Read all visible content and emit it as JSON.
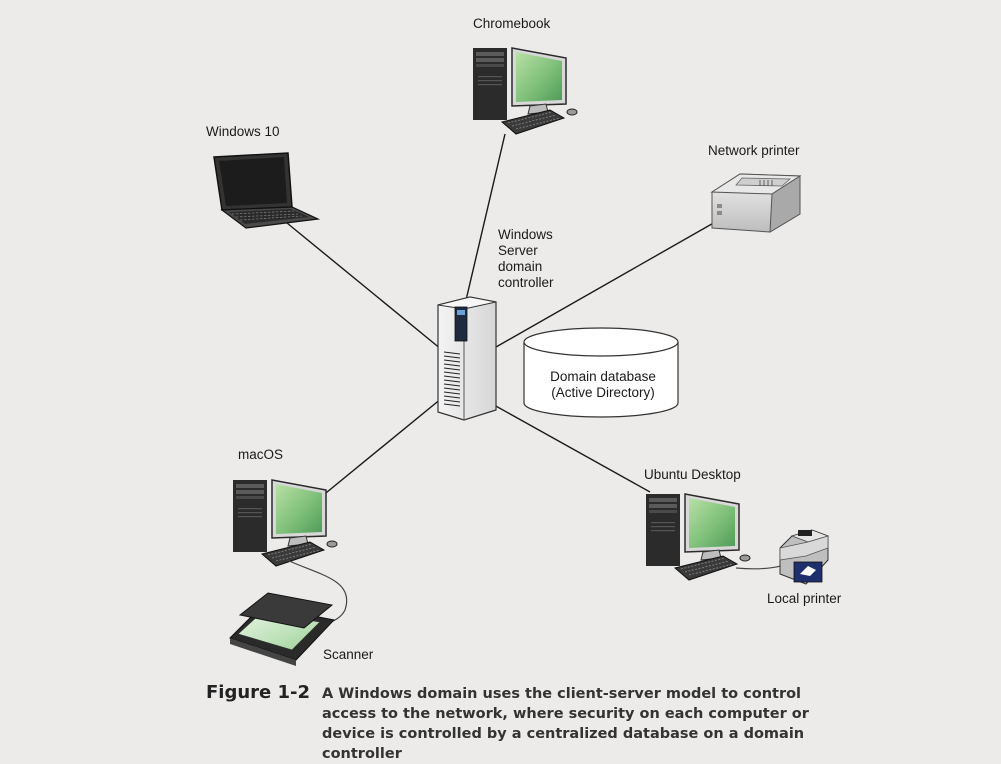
{
  "devices": {
    "chromebook": "Chromebook",
    "windows10": "Windows 10",
    "network_printer": "Network printer",
    "server": [
      "Windows",
      "Server",
      "domain",
      "controller"
    ],
    "database": [
      "Domain database",
      "(Active Directory)"
    ],
    "macos": "macOS",
    "ubuntu": "Ubuntu Desktop",
    "local_printer": "Local printer",
    "scanner": "Scanner"
  },
  "caption": {
    "figure": "Figure 1-2",
    "text": "A Windows domain uses the client-server model to control access to the network, where security on each computer or device is controlled by a centralized database on a domain controller"
  },
  "colors": {
    "background": "#ecebe9",
    "screen_green": "#7fc07a",
    "case_dark": "#2b2b2b",
    "line": "#1a1a1a"
  },
  "icons": [
    "desktop-computer-icon",
    "laptop-icon",
    "network-printer-icon",
    "server-tower-icon",
    "database-cylinder-icon",
    "inkjet-printer-icon",
    "flatbed-scanner-icon"
  ]
}
